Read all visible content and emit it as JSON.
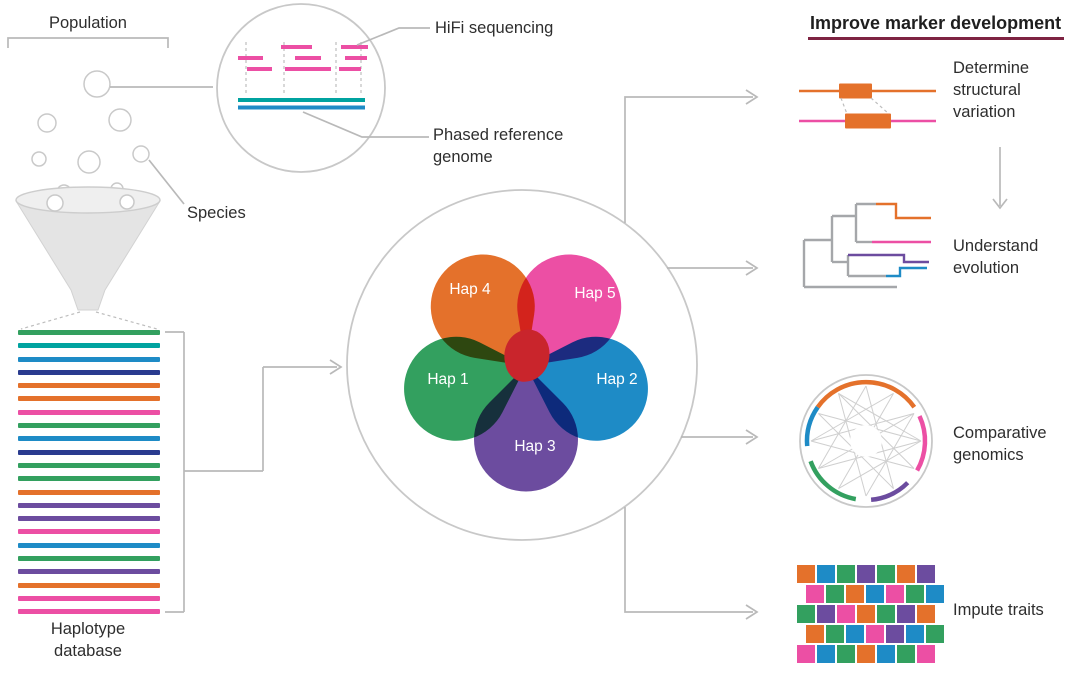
{
  "colors": {
    "orange": "#E4712B",
    "pink": "#EC4FA4",
    "green": "#33A05F",
    "blue": "#1E8BC6",
    "navy": "#2A3B8F",
    "purple": "#6C4C9F",
    "teal": "#00A3A0",
    "red": "#C9252C",
    "line_gray": "#B9B9B9",
    "shape_gray": "#C8C8C8",
    "fill_gray": "#E4E4E4",
    "maroon": "#7E2342",
    "text": "#2E2E2E"
  },
  "left": {
    "population_label": "Population",
    "species_label": "Species",
    "haplotype_db_label": "Haplotype database",
    "database_lines": [
      "green",
      "teal",
      "blue",
      "navy",
      "orange",
      "orange",
      "pink",
      "green",
      "blue",
      "navy",
      "green",
      "green",
      "orange",
      "purple",
      "purple",
      "pink",
      "blue",
      "green",
      "purple",
      "orange",
      "pink",
      "pink"
    ]
  },
  "sequencing": {
    "hifi_label": "HiFi sequencing",
    "phased_label": "Phased reference genome"
  },
  "pangenome": {
    "haplotypes": [
      {
        "label": "Hap 1",
        "color": "green"
      },
      {
        "label": "Hap 2",
        "color": "blue"
      },
      {
        "label": "Hap 3",
        "color": "purple"
      },
      {
        "label": "Hap 4",
        "color": "orange"
      },
      {
        "label": "Hap 5",
        "color": "pink"
      }
    ]
  },
  "outcomes": {
    "header": "Improve marker development",
    "items": [
      {
        "label": "Determine structural variation"
      },
      {
        "label": "Understand evolution"
      },
      {
        "label": "Comparative genomics"
      },
      {
        "label": "Impute traits"
      }
    ]
  },
  "impute_grid": [
    [
      "orange",
      "blue",
      "green",
      "purple",
      "green",
      "orange",
      "purple"
    ],
    [
      "pink",
      "green",
      "orange",
      "blue",
      "pink",
      "green",
      "blue"
    ],
    [
      "green",
      "purple",
      "pink",
      "orange",
      "green",
      "purple",
      "orange"
    ],
    [
      "orange",
      "green",
      "blue",
      "pink",
      "purple",
      "blue",
      "green"
    ],
    [
      "pink",
      "blue",
      "green",
      "orange",
      "blue",
      "green",
      "pink"
    ]
  ]
}
